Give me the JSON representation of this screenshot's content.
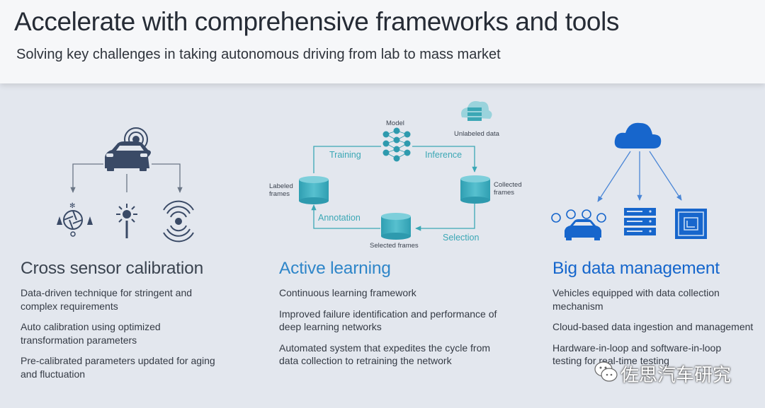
{
  "header": {
    "title": "Accelerate with comprehensive frameworks and tools",
    "subtitle": "Solving key challenges in taking autonomous driving from lab to mass market"
  },
  "diagram": {
    "model": "Model",
    "unlabeled_data": "Unlabeled data",
    "training": "Training",
    "inference": "Inference",
    "labeled_frames": [
      "Labeled",
      "frames"
    ],
    "collected_frames": [
      "Collected",
      "frames"
    ],
    "annotation": "Annotation",
    "selection": "Selection",
    "selected_frames": "Selected frames"
  },
  "columns": [
    {
      "title": "Cross sensor calibration",
      "items": [
        "Data-driven technique for stringent and complex requirements",
        "Auto calibration using optimized transformation parameters",
        "Pre-calibrated parameters updated for aging and fluctuation"
      ]
    },
    {
      "title": "Active learning",
      "items": [
        "Continuous learning framework",
        "Improved failure identification and performance of deep learning networks",
        "Automated system that expedites the cycle from data collection to retraining the network"
      ]
    },
    {
      "title": "Big data management",
      "items": [
        "Vehicles equipped with data collection mechanism",
        "Cloud-based data ingestion and management",
        "Hardware-in-loop and software-in-loop testing for real-time testing"
      ]
    }
  ],
  "watermark": {
    "text": "佐思汽车研究"
  },
  "colors": {
    "navy": "#3a4a66",
    "teal": "#3ba7b5",
    "blue": "#1766cc",
    "active_title": "#2f86c9"
  }
}
